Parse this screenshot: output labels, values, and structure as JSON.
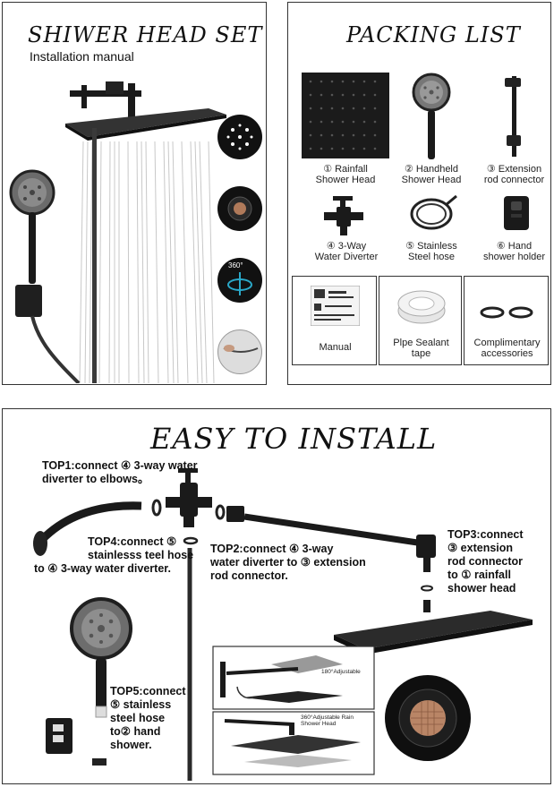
{
  "panel_left": {
    "title": "SHIWER HEAD SET",
    "subtitle": "Installation manual",
    "bubble_360": "360°"
  },
  "panel_right": {
    "title": "PACKING LIST",
    "items": [
      {
        "line1": "① Rainfall",
        "line2": "Shower Head"
      },
      {
        "line1": "② Handheld",
        "line2": "Shower Head"
      },
      {
        "line1": "③ Extension",
        "line2": "rod connector"
      },
      {
        "line1": "④ 3-Way",
        "line2": "Water Diverter"
      },
      {
        "line1": "⑤ Stainless",
        "line2": "Steel hose"
      },
      {
        "line1": "⑥ Hand",
        "line2": "shower holder"
      }
    ],
    "extras": [
      {
        "line1": "Manual",
        "line2": ""
      },
      {
        "line1": "Plpe Sealant",
        "line2": "tape"
      },
      {
        "line1": "Complimentary",
        "line2": "accessories"
      }
    ]
  },
  "panel_bottom": {
    "title": "EASY TO INSTALL",
    "steps": {
      "top1": [
        "TOP1:connect ④ 3-way water",
        "diverter to elbows。"
      ],
      "top2": [
        "TOP2:connect ④ 3-way",
        "water diverter to ③ extension",
        "rod connector."
      ],
      "top3": [
        "TOP3:connect",
        "③ extension",
        "rod connector",
        "to ① rainfall",
        "shower head"
      ],
      "top4": [
        "TOP4:connect ⑤",
        "stainlesss teel hose",
        "to ④ 3-way water diverter."
      ],
      "top5": [
        "TOP5:connect",
        "⑤ stainless",
        "steel hose",
        "to② hand",
        "shower."
      ]
    },
    "inset_top_label": "180°Adjustable",
    "inset_bottom_label": [
      "360°Adjustable Rain",
      "Shower Head"
    ]
  }
}
